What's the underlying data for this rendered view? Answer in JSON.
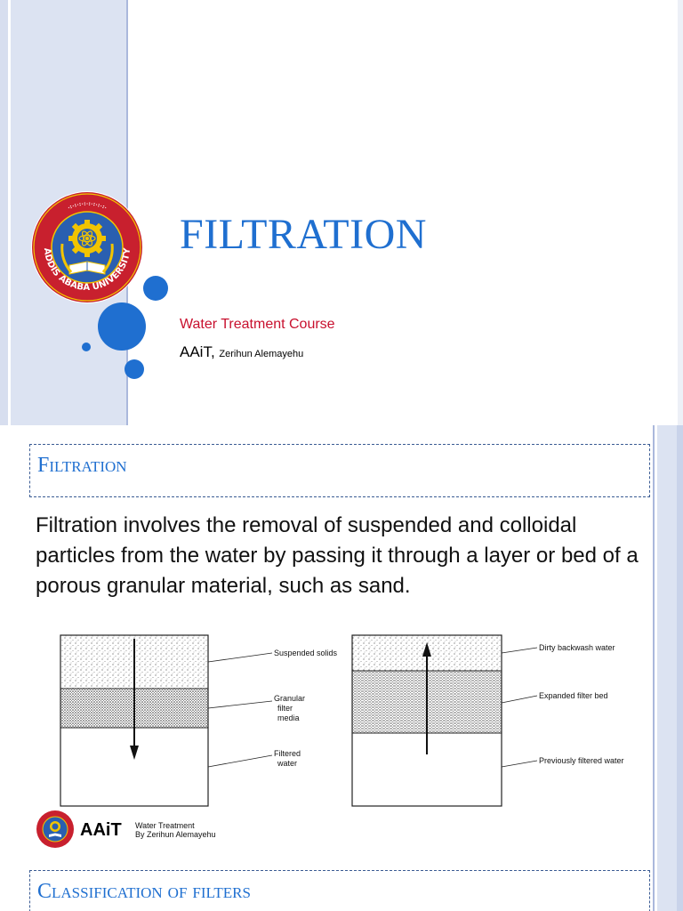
{
  "slide1": {
    "title": "FILTRATION",
    "course": "Water Treatment Course",
    "author_prefix": "AAiT,",
    "author_name": "Zerihun Alemayehu",
    "logo": {
      "name": "addis-ababa-university-seal",
      "text_bottom": "ADDIS ABABA UNIVERSITY",
      "colors": {
        "ring": "#c8202e",
        "inner": "#2a5fb0",
        "gear": "#f2c400"
      }
    },
    "accent_color": "#1f6fd0"
  },
  "slide2": {
    "title": "Filtration",
    "body": "Filtration involves the removal of suspended and colloidal particles from the water by passing it through a layer or bed of a porous granular material, such as sand.",
    "figure": {
      "left_labels": {
        "top": "Suspended solids",
        "middle": [
          "Granular",
          "filter",
          "media"
        ],
        "bottom": [
          "Filtered",
          "water"
        ]
      },
      "right_labels": {
        "top": "Dirty backwash water",
        "middle": "Expanded filter bed",
        "bottom": "Previously filtered water"
      }
    },
    "footer": {
      "brand": "AAiT",
      "line1": "Water Treatment",
      "line2": "By Zerihun Alemayehu"
    }
  },
  "slide3": {
    "title": "Classification of filters"
  }
}
